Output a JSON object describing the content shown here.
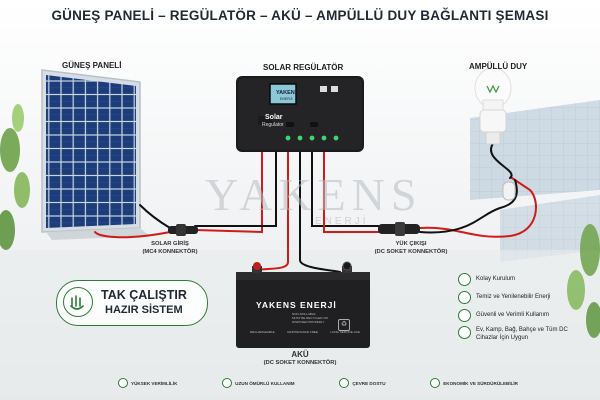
{
  "title": "GÜNEŞ PANELİ – REGÜLATÖR – AKÜ – AMPÜLLÜ DUY BAĞLANTI ŞEMASI",
  "labels": {
    "panel": "GÜNEŞ PANELİ",
    "regulator": "SOLAR REGÜLATÖR",
    "bulb": "AMPÜLLÜ DUY",
    "solar_input": "SOLAR GİRİŞ",
    "solar_input_sub": "(MC4 KONNEKTÖR)",
    "load_output": "YÜK ÇIKIŞI",
    "load_output_sub": "(DC SOKET KONNEKTÖR)",
    "battery": "AKÜ",
    "battery_sub": "(DC SOKET KONNEKTÖR)"
  },
  "regulator": {
    "brand": "YAKENS",
    "brand_sub": "ENERJİ",
    "model_line1": "Solar",
    "model_line2": "Regulator"
  },
  "battery_device": {
    "brand": "YAKENS ENERJİ",
    "warn_lines": [
      "NON-SPILLABLE",
      "MUST BE RECYCLED OR",
      "DISPOSED PROPERLY"
    ],
    "specs": [
      "RECHARGEABLE",
      "MAINTENANCE FREE",
      "LONG SERVICE LIFE"
    ]
  },
  "watermark": {
    "main": "YAKENS",
    "sub": "ENERJİ"
  },
  "badge": {
    "line1": "TAK ÇALIŞTIR",
    "line2": "HAZIR SİSTEM"
  },
  "features": [
    {
      "icon": "wrench-icon",
      "text": "Kolay Kurulum"
    },
    {
      "icon": "leaf-icon",
      "text": "Temiz ve Yenilenebilir Enerji"
    },
    {
      "icon": "shield-icon",
      "text": "Güvenli ve Verimli Kullanım"
    },
    {
      "icon": "house-icon",
      "text": "Ev, Kamp, Bağ, Bahçe ve Tüm DC Cihazlar İçin Uygun"
    }
  ],
  "bottom": [
    {
      "icon": "sun-icon",
      "text": "YÜKSEK VERİMLİLİK"
    },
    {
      "icon": "battery-icon",
      "text": "UZUN ÖMÜRLÜ KULLANIM"
    },
    {
      "icon": "leaf-icon",
      "text": "ÇEVRE DOSTU"
    },
    {
      "icon": "coin-icon",
      "text": "EKONOMİK VE SÜRDÜRÜLEBİLİR"
    }
  ],
  "colors": {
    "accent": "#2e7d32",
    "wire_red": "#d11a1a",
    "wire_black": "#111111",
    "title": "#1f2a33"
  }
}
